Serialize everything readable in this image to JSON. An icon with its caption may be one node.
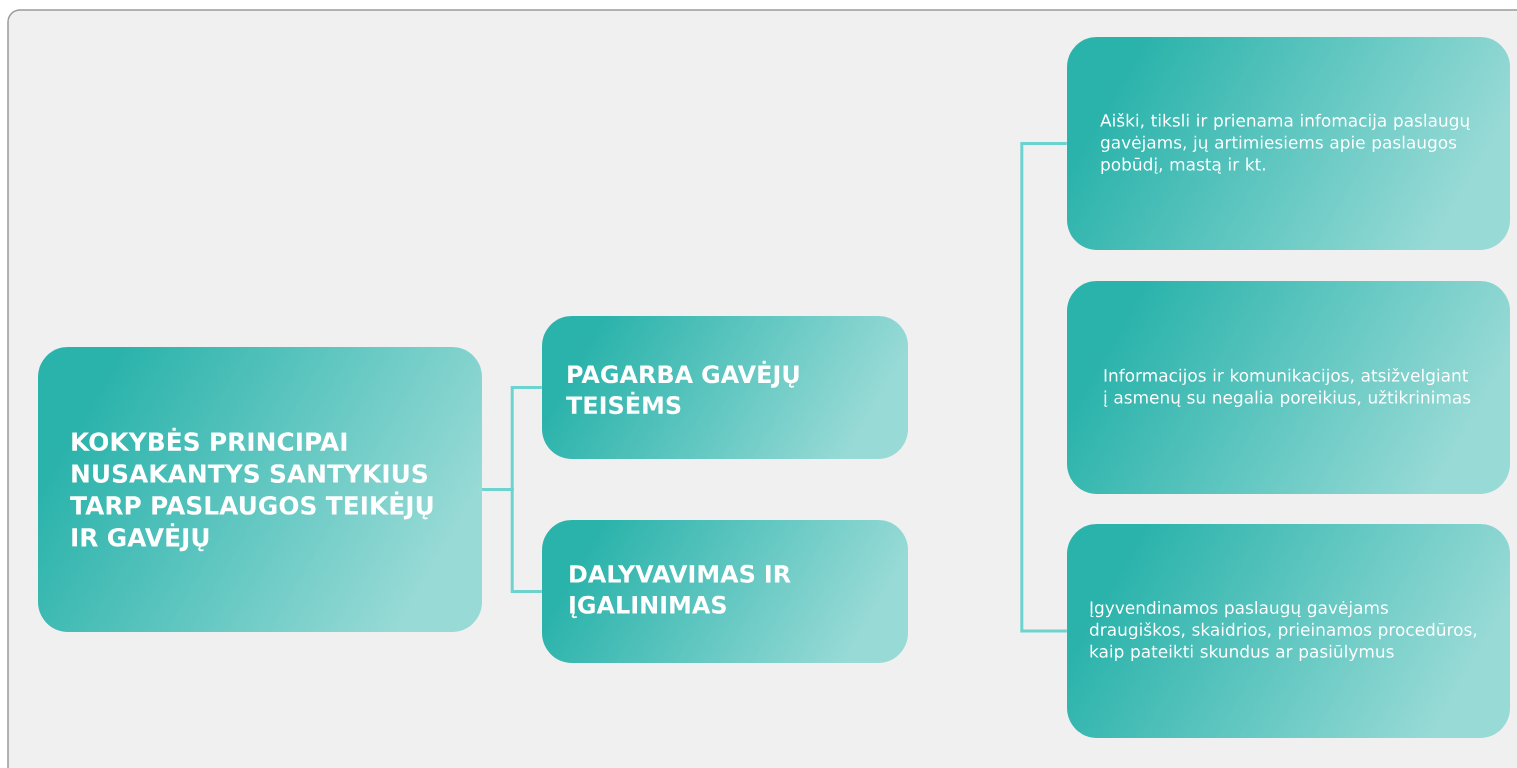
{
  "diagram": {
    "nodes": [
      {
        "text": [
          "KOKYBĖS PRINCIPAI NUSAKANTYS SANTYKIUS TARP PASLAUGOS TEIKĖJŲ IR GAVĖJŲ"
        ]
      },
      {
        "text": [
          "PAGARBA GAVĖJŲ TEISĖMS"
        ]
      },
      {
        "text": [
          "DALYVAVIMAS IR ĮGALINIMAS"
        ]
      },
      {
        "text": [
          "Aiški, tiksli ir prienama infomacija paslaugų gavėjams, jų artimiesiems apie paslaugos pobūdį, mastą ir kt."
        ]
      },
      {
        "text": [
          "Informacijos ir komunikacijos, atsižvelgiant į asmenų su negalia poreikius, užtikrinimas"
        ]
      },
      {
        "text": [
          "Įgyvendinamos paslaugų gavėjams draugiškos, skaidrios, prieinamos procedūros, kaip pateikti skundus ar pasiūlymus"
        ]
      }
    ],
    "edges": [
      {
        "from": 0,
        "to": 1,
        "arrow": "none"
      },
      {
        "from": 0,
        "to": 2,
        "arrow": "none"
      },
      {
        "from": 3,
        "to": 5,
        "arrow": "none"
      }
    ]
  }
}
